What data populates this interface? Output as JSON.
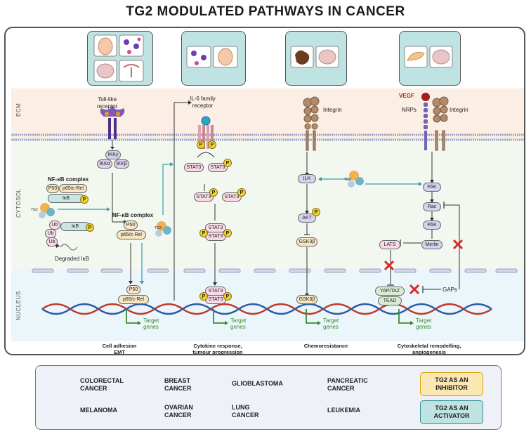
{
  "title": "TG2 MODULATED PATHWAYS IN CANCER",
  "zones": {
    "ecm": "ECM",
    "cytosol": "CYTOSOL",
    "nucleus": "NUCLEUS"
  },
  "col1": {
    "receptor": "Toll-like\nreceptor",
    "ikkg": "IKKγ",
    "ikka": "IKKα",
    "ikkb": "IKKβ",
    "nfkb_complex": "NF-κB complex",
    "p50": "P50",
    "p65": "p65/c-Rel",
    "ikb": "IκB",
    "tg2": "TG2",
    "ub": "Ub",
    "p": "P",
    "degraded": "Degraded IκB",
    "nfkb_complex2": "NF-κB complex",
    "target": "Target\ngenes",
    "caption": "Cell adhesion\nEMT"
  },
  "col2": {
    "receptor": "IL-6 family\nreceptor",
    "stat3": "STAT3",
    "target": "Target\ngenes",
    "caption": "Cytokine response,\ntumour progression"
  },
  "col3": {
    "receptor": "Integrin",
    "ilk": "ILK",
    "akt": "AKT",
    "gsk": "GSK3β",
    "target": "Target\ngenes",
    "caption": "Chemoresistance"
  },
  "col4": {
    "vegf": "VEGF",
    "nrps": "NRPs",
    "integrin": "Integrin",
    "fak": "FAK",
    "rac": "Rac",
    "pak": "PAK",
    "merlin": "Merlin",
    "lats": "LATS",
    "yap": "YAP/TAZ",
    "tead": "TEAD",
    "gaps": "GAPs",
    "target": "Target\ngenes",
    "caption": "Cytoskeletal remodelling,\nangiogenesis"
  },
  "legend": {
    "colorectal": "COLORECTAL\nCANCER",
    "breast": "BREAST\nCANCER",
    "glioblastoma": "GLIOBLASTOMA",
    "pancreatic": "PANCREATIC\nCANCER",
    "melanoma": "MELANOMA",
    "ovarian": "OVARIAN\nCANCER",
    "lung": "LUNG\nCANCER",
    "leukemia": "LEUKEMIA",
    "inhibitor": "TG2 AS AN\nINHIBITOR",
    "activator": "TG2 AS AN\nACTIVATOR"
  },
  "colors": {
    "inhibitor_bg": "#fbe7b4",
    "inhibitor_border": "#d9a400",
    "activator_bg": "#bfe3e2",
    "activator_border": "#2f8f8f"
  }
}
